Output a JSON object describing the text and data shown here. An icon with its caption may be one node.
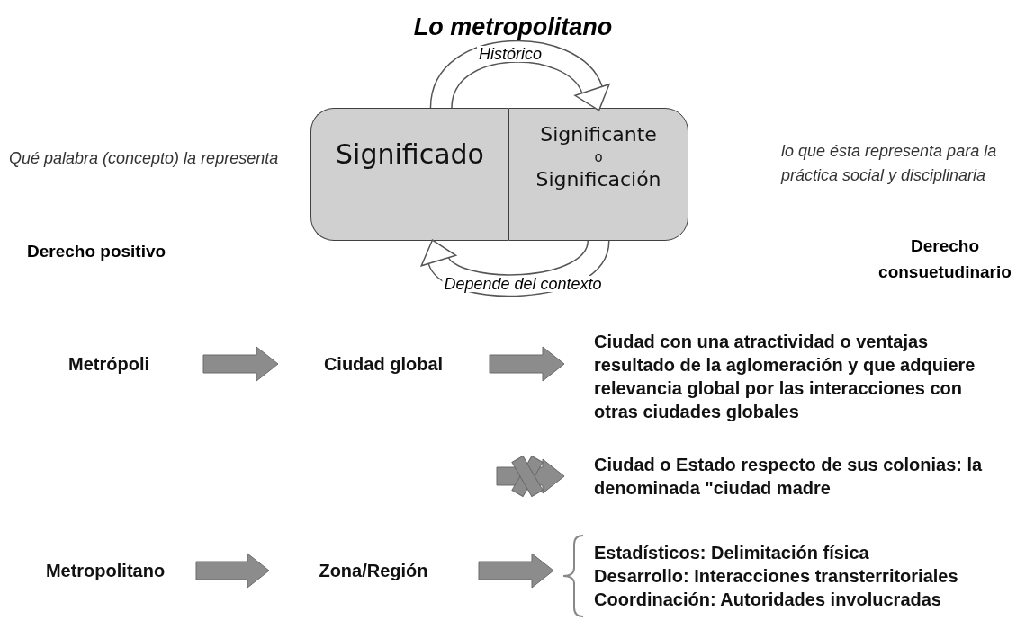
{
  "diagram": {
    "title": "Lo metropolitano",
    "nodes": [
      {
        "text": [
          "Significado"
        ]
      },
      {
        "text": [
          "Significante o Significación"
        ]
      },
      {
        "text": [
          "Metrópoli"
        ]
      },
      {
        "text": [
          "Ciudad global"
        ]
      },
      {
        "text": [
          "Ciudad con una atractividad o ventajas resultado de la aglomeración y que adquiere relevancia global por las interacciones con otras ciudades globales"
        ]
      },
      {
        "text": [
          "Ciudad o Estado respecto de sus colonias: la denominada \"ciudad madre"
        ]
      },
      {
        "text": [
          "Metropolitano"
        ]
      },
      {
        "text": [
          "Zona/Región"
        ]
      },
      {
        "text": [
          "Estadísticos: Delimitación física",
          "Desarrollo: Interacciones transterritoriales",
          "Coordinación: Autoridades involucradas"
        ]
      }
    ],
    "edges": [
      {
        "from": 0,
        "to": 1,
        "arrow": "to",
        "label": "Histórico"
      },
      {
        "from": 1,
        "to": 0,
        "arrow": "to",
        "label": "Depende del contexto"
      },
      {
        "from": 2,
        "to": 3,
        "arrow": "to",
        "style": "thick"
      },
      {
        "from": 3,
        "to": 4,
        "arrow": "to",
        "style": "thick"
      },
      {
        "from": null,
        "to": 5,
        "arrow": "to",
        "style": "thick"
      },
      {
        "from": 6,
        "to": 7,
        "arrow": "to",
        "style": "thick"
      },
      {
        "from": 7,
        "to": 8,
        "arrow": "to",
        "style": "thick"
      }
    ],
    "labels": [
      "Qué palabra (concepto) la representa",
      "lo que ésta representa para la práctica social y disciplinaria",
      "Derecho positivo",
      "Derecho consuetudinario"
    ]
  }
}
